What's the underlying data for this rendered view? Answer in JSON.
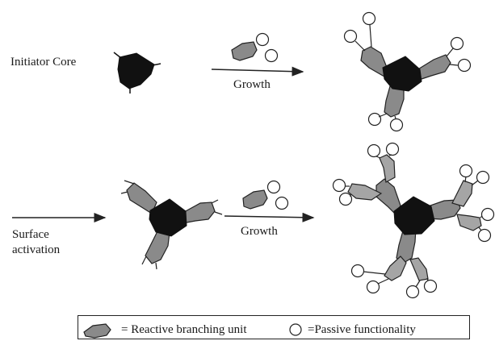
{
  "labels": {
    "initiator_core": "Initiator Core",
    "growth_1": "Growth",
    "surface_activation_line1": "Surface",
    "surface_activation_line2": "activation",
    "growth_2": "Growth"
  },
  "legend": {
    "reactive_label": "= Reactive branching unit",
    "passive_label": "=Passive functionality"
  },
  "colors": {
    "core": "#111111",
    "branch_fill": "#8a8a8a",
    "branch_outer_fill": "#a5a5a5",
    "circle_fill": "#ffffff",
    "stroke": "#222222"
  },
  "icons": {
    "reactive": "reactive-branching-unit-icon",
    "passive": "passive-functionality-icon"
  }
}
